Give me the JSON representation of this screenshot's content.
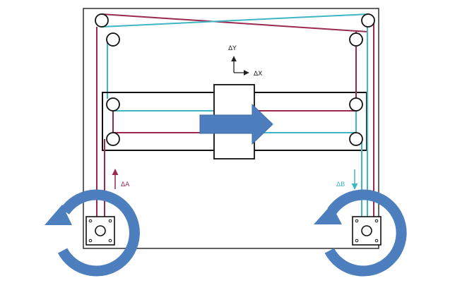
{
  "labels": {
    "delta_y": "ΔY",
    "delta_x": "ΔX",
    "delta_a": "ΔA",
    "delta_b": "ΔB"
  },
  "colors": {
    "belt_a": "#9b2a4e",
    "belt_b": "#3fb6c6",
    "arrow": "#4d7ebd",
    "outline": "#222222"
  },
  "icons": {
    "motion_arrow": "right-arrow-icon",
    "motor_a_rotation": "rotate-counterclockwise-icon",
    "motor_b_rotation": "rotate-counterclockwise-icon"
  }
}
